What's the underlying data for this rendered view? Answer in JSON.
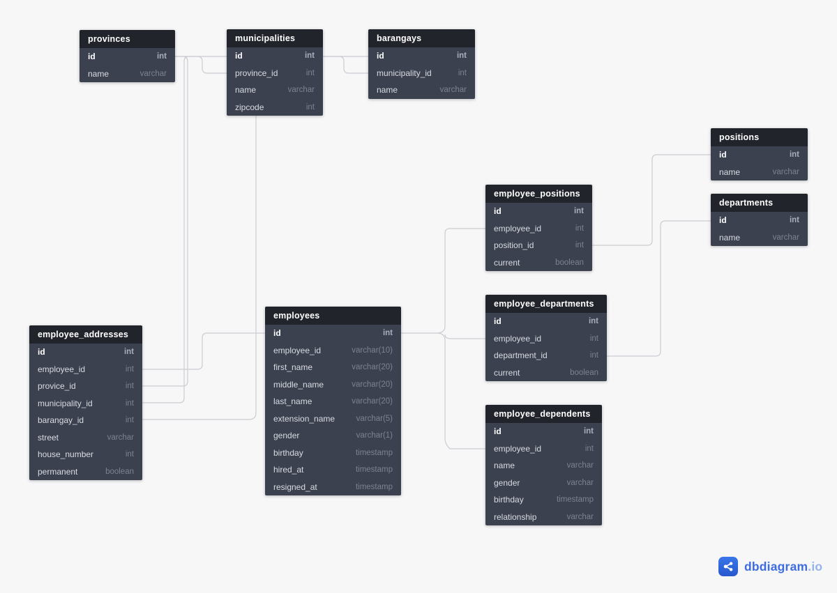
{
  "canvas": {
    "background": "#f7f7f8",
    "line_color": "#cbccd2",
    "table_header_color": "#22242b",
    "table_body_color": "#3c414f"
  },
  "branding": {
    "logo_text": "dbdiagram",
    "logo_suffix": ".io",
    "logo_text_color": "#3e6de0",
    "logo_suffix_color": "#93b2ee",
    "logo_box_color": "#2f63d8",
    "logo_icon": "share-icon"
  },
  "tables": {
    "provinces": {
      "title": "provinces",
      "fields": [
        {
          "name": "id",
          "type": "int",
          "pk": true
        },
        {
          "name": "name",
          "type": "varchar"
        }
      ]
    },
    "municipalities": {
      "title": "municipalities",
      "fields": [
        {
          "name": "id",
          "type": "int",
          "pk": true
        },
        {
          "name": "province_id",
          "type": "int"
        },
        {
          "name": "name",
          "type": "varchar"
        },
        {
          "name": "zipcode",
          "type": "int"
        }
      ]
    },
    "barangays": {
      "title": "barangays",
      "fields": [
        {
          "name": "id",
          "type": "int",
          "pk": true
        },
        {
          "name": "municipality_id",
          "type": "int"
        },
        {
          "name": "name",
          "type": "varchar"
        }
      ]
    },
    "positions": {
      "title": "positions",
      "fields": [
        {
          "name": "id",
          "type": "int",
          "pk": true
        },
        {
          "name": "name",
          "type": "varchar"
        }
      ]
    },
    "departments": {
      "title": "departments",
      "fields": [
        {
          "name": "id",
          "type": "int",
          "pk": true
        },
        {
          "name": "name",
          "type": "varchar"
        }
      ]
    },
    "employee_positions": {
      "title": "employee_positions",
      "fields": [
        {
          "name": "id",
          "type": "int",
          "pk": true
        },
        {
          "name": "employee_id",
          "type": "int"
        },
        {
          "name": "position_id",
          "type": "int"
        },
        {
          "name": "current",
          "type": "boolean"
        }
      ]
    },
    "employee_departments": {
      "title": "employee_departments",
      "fields": [
        {
          "name": "id",
          "type": "int",
          "pk": true
        },
        {
          "name": "employee_id",
          "type": "int"
        },
        {
          "name": "department_id",
          "type": "int"
        },
        {
          "name": "current",
          "type": "boolean"
        }
      ]
    },
    "employee_dependents": {
      "title": "employee_dependents",
      "fields": [
        {
          "name": "id",
          "type": "int",
          "pk": true
        },
        {
          "name": "employee_id",
          "type": "int"
        },
        {
          "name": "name",
          "type": "varchar"
        },
        {
          "name": "gender",
          "type": "varchar"
        },
        {
          "name": "birthday",
          "type": "timestamp"
        },
        {
          "name": "relationship",
          "type": "varchar"
        }
      ]
    },
    "employee_addresses": {
      "title": "employee_addresses",
      "fields": [
        {
          "name": "id",
          "type": "int",
          "pk": true
        },
        {
          "name": "employee_id",
          "type": "int"
        },
        {
          "name": "provice_id",
          "type": "int"
        },
        {
          "name": "municipality_id",
          "type": "int"
        },
        {
          "name": "barangay_id",
          "type": "int"
        },
        {
          "name": "street",
          "type": "varchar"
        },
        {
          "name": "house_number",
          "type": "int"
        },
        {
          "name": "permanent",
          "type": "boolean"
        }
      ]
    },
    "employees": {
      "title": "employees",
      "fields": [
        {
          "name": "id",
          "type": "int",
          "pk": true
        },
        {
          "name": "employee_id",
          "type": "varchar(10)"
        },
        {
          "name": "first_name",
          "type": "varchar(20)"
        },
        {
          "name": "middle_name",
          "type": "varchar(20)"
        },
        {
          "name": "last_name",
          "type": "varchar(20)"
        },
        {
          "name": "extension_name",
          "type": "varchar(5)"
        },
        {
          "name": "gender",
          "type": "varchar(1)"
        },
        {
          "name": "birthday",
          "type": "timestamp"
        },
        {
          "name": "hired_at",
          "type": "timestamp"
        },
        {
          "name": "resigned_at",
          "type": "timestamp"
        }
      ]
    }
  },
  "relationships": [
    "provinces.id - municipalities.province_id",
    "municipalities.id - barangays.municipality_id",
    "provinces.id - employee_addresses.provice_id",
    "municipalities.id - employee_addresses.municipality_id",
    "barangays.id - employee_addresses.barangay_id",
    "employees.id - employee_addresses.employee_id",
    "employees.id - employee_positions.employee_id",
    "employees.id - employee_departments.employee_id",
    "employees.id - employee_dependents.employee_id",
    "positions.id - employee_positions.position_id",
    "departments.id - employee_departments.department_id"
  ]
}
